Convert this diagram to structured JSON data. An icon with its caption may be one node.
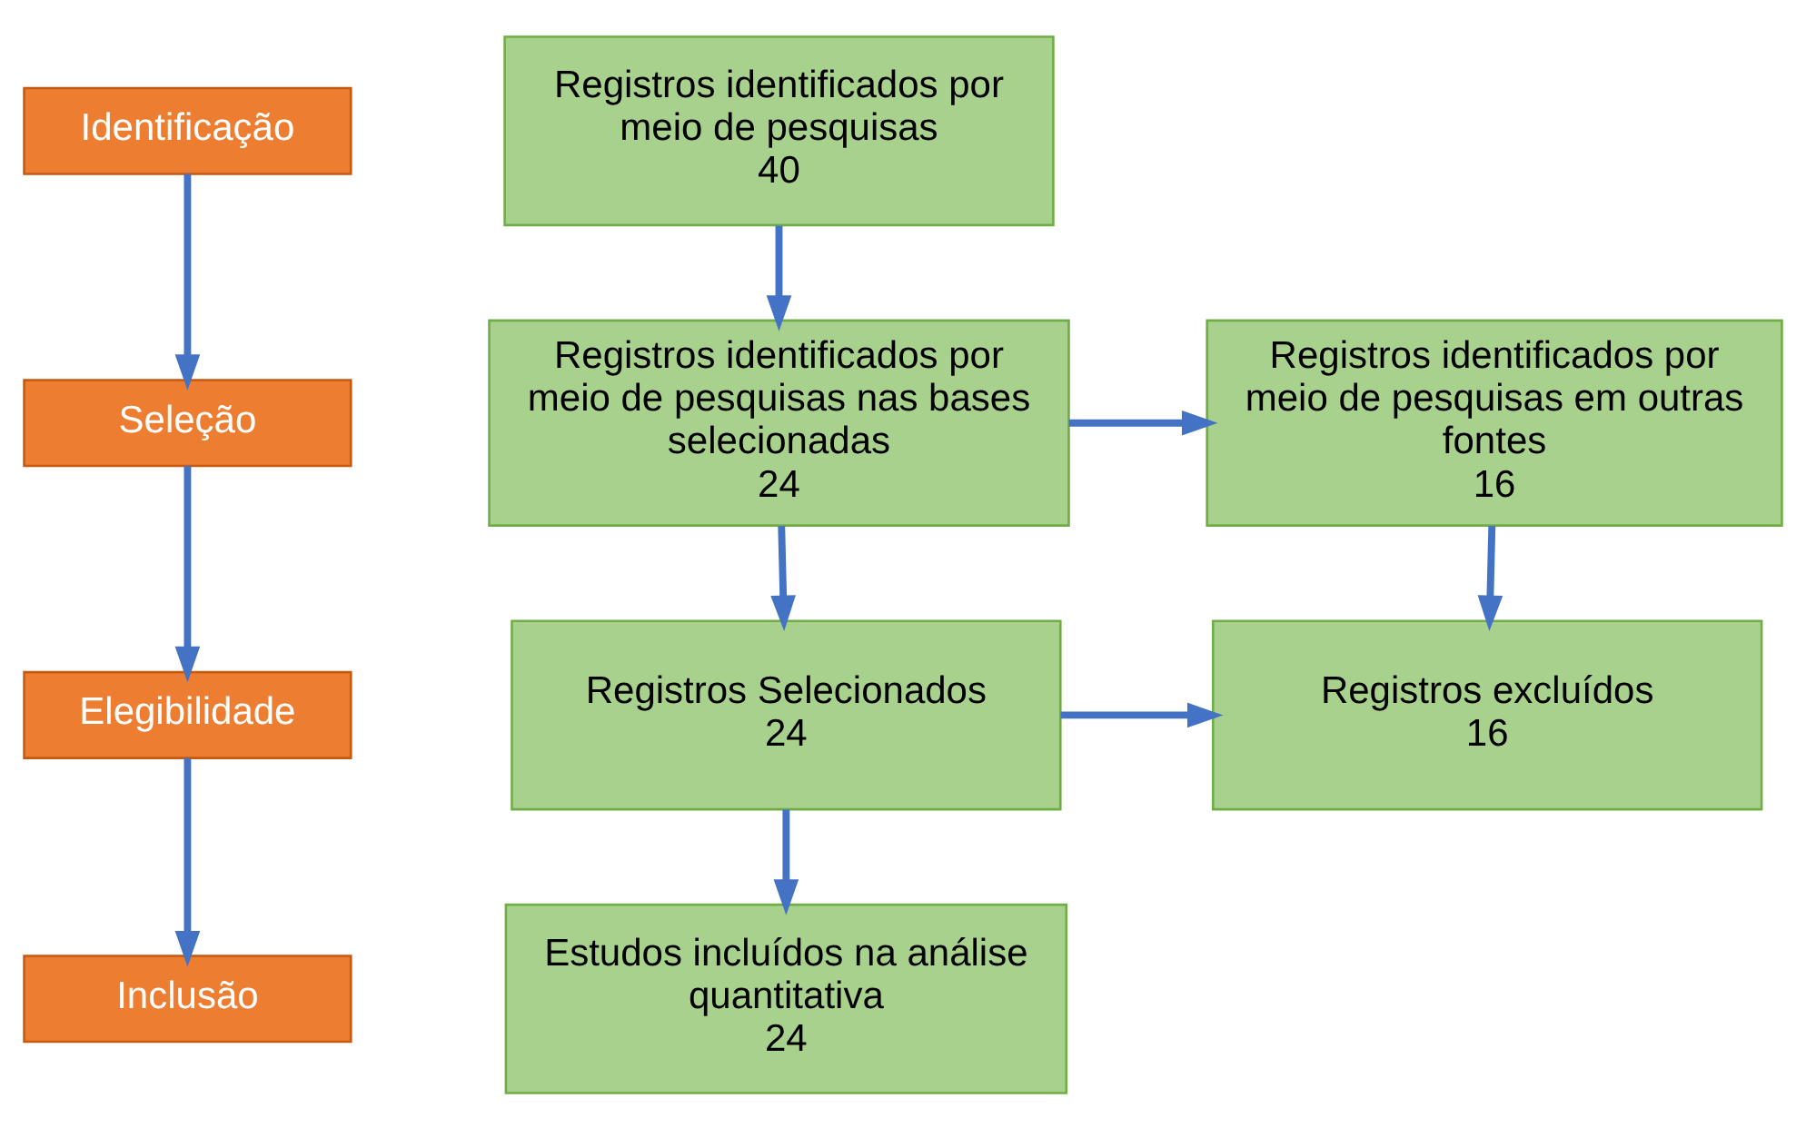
{
  "diagram": {
    "nodes": [
      {
        "text": [
          "Identificação"
        ]
      },
      {
        "text": [
          "Seleção"
        ]
      },
      {
        "text": [
          "Elegibilidade"
        ]
      },
      {
        "text": [
          "Inclusão"
        ]
      },
      {
        "text": [
          "Registros identificados por meio de pesquisas",
          "40"
        ]
      },
      {
        "text": [
          "Registros identificados por meio de pesquisas nas bases selecionadas",
          "24"
        ]
      },
      {
        "text": [
          "Registros identificados por meio de pesquisas em outras fontes",
          "16"
        ]
      },
      {
        "text": [
          "Registros Selecionados",
          "24"
        ]
      },
      {
        "text": [
          "Registros excluídos",
          "16"
        ]
      },
      {
        "text": [
          "Estudos incluídos na análise quantitativa",
          "24"
        ]
      }
    ],
    "edges": [
      {
        "from": 0,
        "to": 1,
        "arrow": "to"
      },
      {
        "from": 1,
        "to": 2,
        "arrow": "to"
      },
      {
        "from": 2,
        "to": 3,
        "arrow": "to"
      },
      {
        "from": 4,
        "to": 5,
        "arrow": "to"
      },
      {
        "from": 5,
        "to": 6,
        "arrow": "to"
      },
      {
        "from": 6,
        "to": 8,
        "arrow": "to"
      },
      {
        "from": 5,
        "to": 7,
        "arrow": "to"
      },
      {
        "from": 7,
        "to": 8,
        "arrow": "to"
      },
      {
        "from": 7,
        "to": 9,
        "arrow": "to"
      }
    ]
  }
}
